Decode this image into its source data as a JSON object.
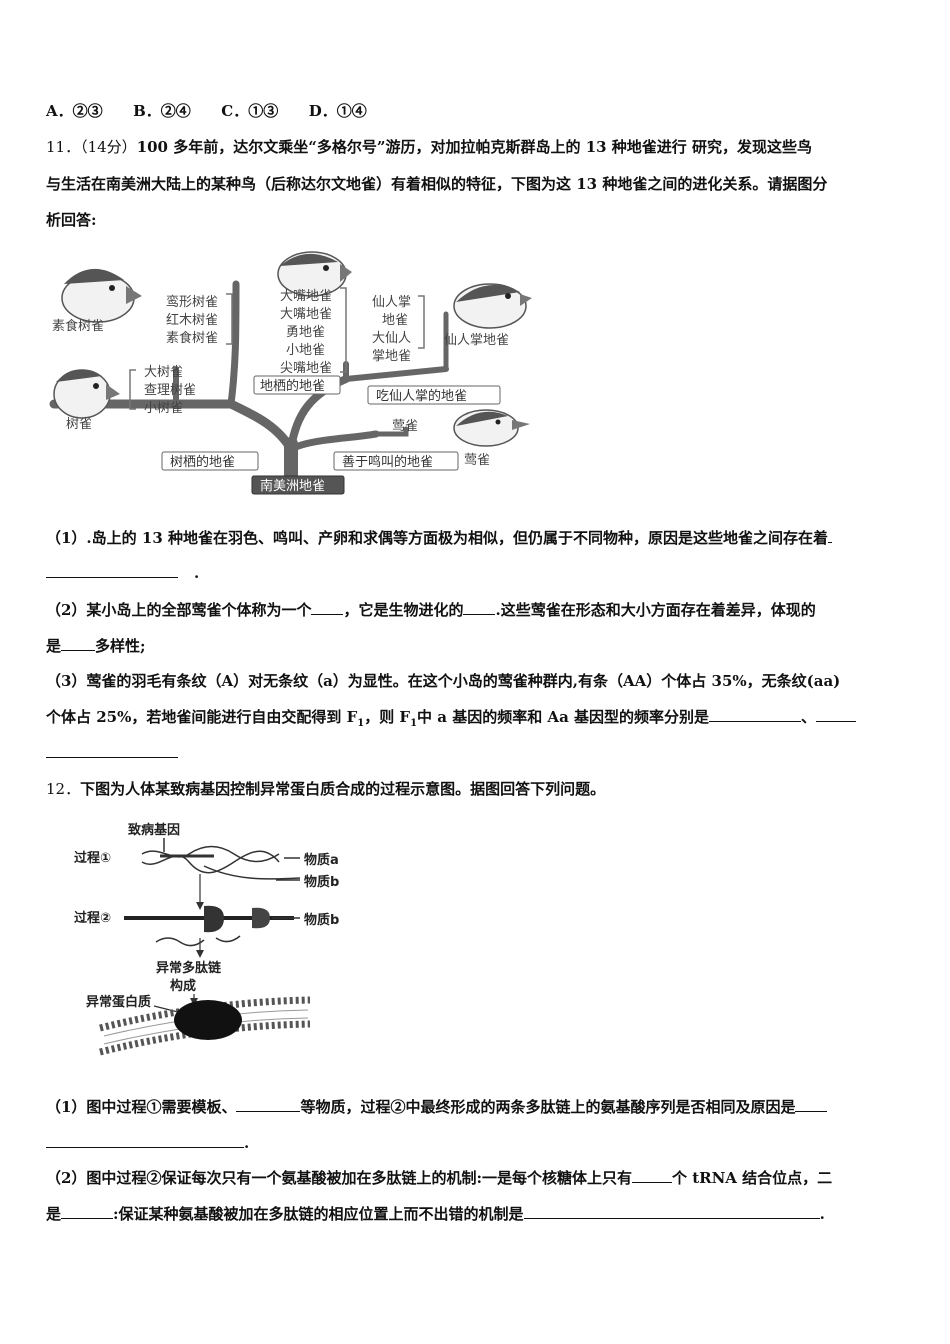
{
  "options": {
    "a": "A．②③",
    "b": "B．②④",
    "c": "C．①③",
    "d": "D．①④"
  },
  "q11": {
    "number": "11．",
    "points": "（14分）",
    "intro_l1": "100 多年前，达尔文乘坐“多格尔号”游历，对加拉帕克斯群岛上的 13 种地雀进行 研究，发现这些鸟",
    "intro_l2": "与生活在南美洲大陆上的某种鸟（后称达尔文地雀）有着相似的特征，下图为这 13 种地雀之间的进化关系。请据图分",
    "intro_l3": "析回答:",
    "figure": {
      "vegetarian_finch": "素食树雀",
      "tree_group": [
        "鸾形树雀",
        "红木树雀",
        "素食树雀"
      ],
      "tree_finch": "树雀",
      "tree_finch_group": [
        "大树雀",
        "查理树雀",
        "小树雀"
      ],
      "ground_group": [
        "大嘴地雀",
        "大嘴地雀",
        "勇地雀",
        "小地雀",
        "尖嘴地雀"
      ],
      "ground_box": "地栖的地雀",
      "cactus_group": [
        "仙人掌",
        "地雀",
        "大仙人",
        "掌地雀"
      ],
      "cactus_label": "仙人掌地雀",
      "cactus_box": "吃仙人掌的地雀",
      "warbler_top": "莺雀",
      "warbler_bottom": "莺雀",
      "tree_dwelling_box": "树栖的地雀",
      "singing_box": "善于鸣叫的地雀",
      "root_box": "南美洲地雀"
    },
    "sub1_a": "（1）.岛上的 13 种地雀在羽色、鸣叫、产卵和求偶等方面极为相似，但仍属于不同物种，原因是这些地雀之间存在着",
    "sub1_end": ".",
    "sub2_a": "（2）某小岛上的全部莺雀个体称为一个",
    "sub2_b": "，它是生物进化的",
    "sub2_c": ".这些莺雀在形态和大小方面存在着差异，体现的",
    "sub2_d": "是",
    "sub2_e": "多样性;",
    "sub3_a": "（3）莺雀的羽毛有条纹（A）对无条纹（a）为显性。在这个小岛的莺雀种群内,有条（AA）个体占 35%，无条纹(aa)",
    "sub3_b": "个体占 25%，若地雀间能进行自由交配得到 F",
    "sub3_c": "，则 F",
    "sub3_d": "中 a 基因的频率和 Aa 基因型的频率分别是",
    "sub3_sep": "、",
    "sub3_sub": "1"
  },
  "q12": {
    "number": "12．",
    "intro": "下图为人体某致病基因控制异常蛋白质合成的过程示意图。据图回答下列问题。",
    "figure": {
      "gene": "致病基因",
      "process1": "过程①",
      "process2": "过程②",
      "substance_a": "物质a",
      "substance_b1": "物质b",
      "substance_b2": "物质b",
      "abnormal_chain": "异常多肽链",
      "compose": "构成",
      "abnormal_protein": "异常蛋白质"
    },
    "sub1_a": "（1）图中过程①需要模板、",
    "sub1_b": "等物质，过程②中最终形成的两条多肽链上的氨基酸序列是否相同及原因是",
    "sub1_end": ".",
    "sub2_a": "（2）图中过程②保证每次只有一个氨基酸被加在多肽链上的机制:一是每个核糖体上只有",
    "sub2_b": "个 tRNA 结合位点，二",
    "sub2_c": "是",
    "sub2_d": ":保证某种氨基酸被加在多肽链的相应位置上而不出错的机制是",
    "sub2_end": "."
  }
}
